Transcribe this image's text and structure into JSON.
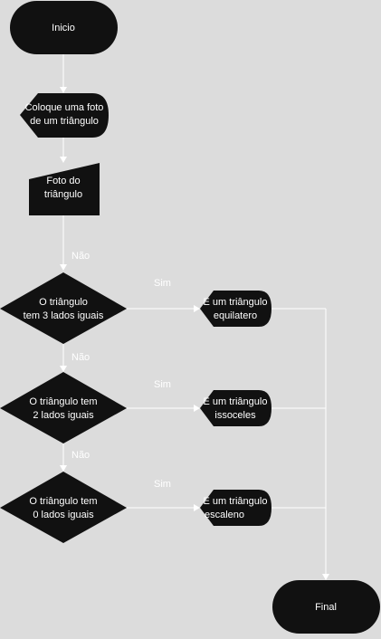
{
  "diagram": {
    "nodes": {
      "start": "Inicio",
      "prompt_line1": "Coloque uma foto",
      "prompt_line2": "de um triângulo",
      "photo_line1": "Foto do",
      "photo_line2": "triângulo",
      "q1_line1": "O triângulo",
      "q1_line2": "tem 3 lados iguais",
      "q2_line1": "O triângulo tem",
      "q2_line2": "2 lados iguais",
      "q3_line1": "O triângulo tem",
      "q3_line2": "0 lados iguais",
      "r1_line1": "E um triângulo",
      "r1_line2": "equilatero",
      "r2_line1": "E um triângulo",
      "r2_line2": "issoceles",
      "r3_line1": "E um triângulo",
      "r3_line2": "escaleno",
      "end": "Final"
    },
    "edge_labels": {
      "photo_to_q1": "Não",
      "q1_to_r1": "Sim",
      "q1_to_q2": "Não",
      "q2_to_r2": "Sim",
      "q2_to_q3": "Não",
      "q3_to_r3": "Sim"
    },
    "colors": {
      "background": "#dcdcdc",
      "node_fill": "#111111",
      "text": "#ffffff",
      "connector": "#ffffff"
    }
  }
}
